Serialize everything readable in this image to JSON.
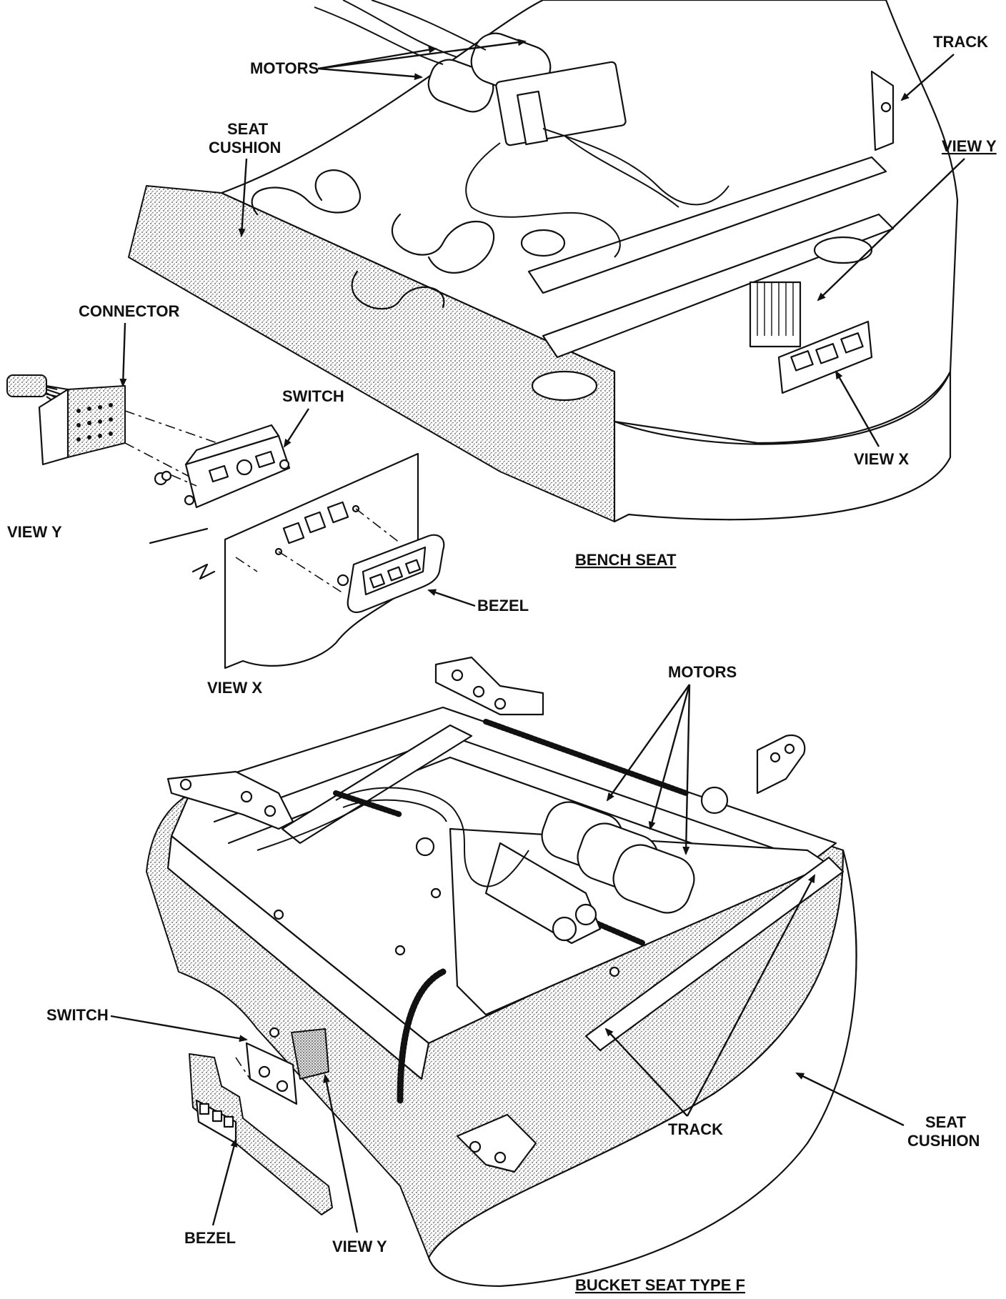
{
  "bench_seat": {
    "caption": "BENCH SEAT",
    "labels": {
      "motors": "MOTORS",
      "track": "TRACK",
      "seat_cushion_line1": "SEAT",
      "seat_cushion_line2": "CUSHION",
      "view_y": "VIEW Y",
      "view_x": "VIEW X"
    }
  },
  "view_y_detail": {
    "caption": "VIEW Y",
    "labels": {
      "connector": "CONNECTOR",
      "switch": "SWITCH",
      "bezel": "BEZEL"
    }
  },
  "view_x_detail": {
    "caption": "VIEW X"
  },
  "bucket_seat": {
    "caption": "BUCKET SEAT TYPE F",
    "labels": {
      "motors": "MOTORS",
      "switch": "SWITCH",
      "track": "TRACK",
      "seat_cushion_line1": "SEAT",
      "seat_cushion_line2": "CUSHION",
      "bezel": "BEZEL",
      "view_y": "VIEW Y"
    }
  }
}
